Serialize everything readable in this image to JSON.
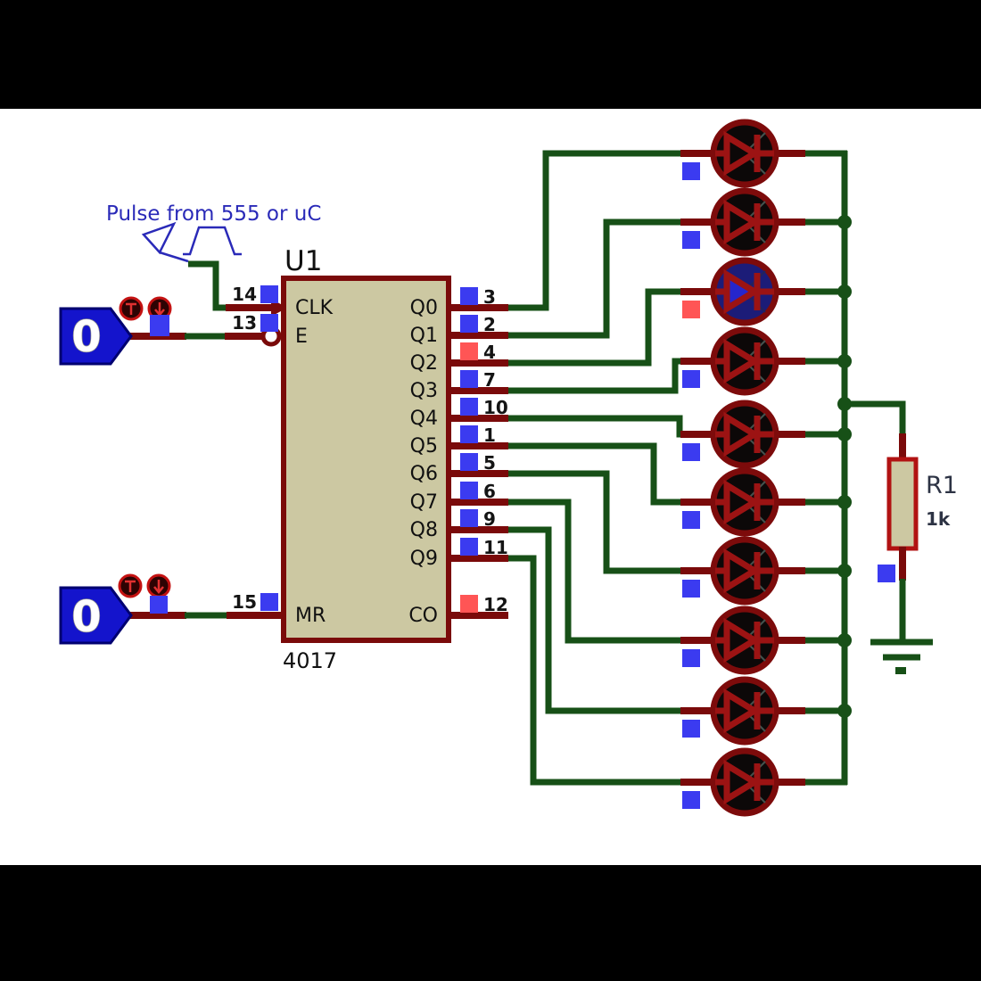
{
  "annotation": {
    "label": "Pulse from 555 or uC"
  },
  "logic_inputs": [
    {
      "value": "0"
    },
    {
      "value": "0"
    }
  ],
  "chip": {
    "ref": "U1",
    "type": "4017",
    "left_pins": [
      {
        "number": "14",
        "name": "CLK",
        "state": "low"
      },
      {
        "number": "13",
        "name": "E",
        "state": "low"
      },
      {
        "number": "15",
        "name": "MR",
        "state": "low"
      }
    ],
    "right_pins": [
      {
        "number": "3",
        "name": "Q0",
        "state": "low"
      },
      {
        "number": "2",
        "name": "Q1",
        "state": "low"
      },
      {
        "number": "4",
        "name": "Q2",
        "state": "high"
      },
      {
        "number": "7",
        "name": "Q3",
        "state": "low"
      },
      {
        "number": "10",
        "name": "Q4",
        "state": "low"
      },
      {
        "number": "1",
        "name": "Q5",
        "state": "low"
      },
      {
        "number": "5",
        "name": "Q6",
        "state": "low"
      },
      {
        "number": "6",
        "name": "Q7",
        "state": "low"
      },
      {
        "number": "9",
        "name": "Q8",
        "state": "low"
      },
      {
        "number": "11",
        "name": "Q9",
        "state": "low"
      },
      {
        "number": "12",
        "name": "CO",
        "state": "high"
      }
    ]
  },
  "leds": [
    {
      "lit": false
    },
    {
      "lit": false
    },
    {
      "lit": true
    },
    {
      "lit": false
    },
    {
      "lit": false
    },
    {
      "lit": false
    },
    {
      "lit": false
    },
    {
      "lit": false
    },
    {
      "lit": false
    },
    {
      "lit": false
    }
  ],
  "resistor": {
    "ref": "R1",
    "value": "1k"
  },
  "colors": {
    "canvas": "#ffffff",
    "letterbox": "#000000",
    "wire_green": "#175017",
    "wire_red": "#7a0a0a",
    "chip_fill": "#ccc8a2",
    "chip_border": "#7a0a0a",
    "resistor_border": "#b11212",
    "state_blue": "#3b3bf0",
    "state_red": "#ff5555",
    "logic_blue": "#1414cc",
    "logic_border": "#000070",
    "annotation_blue": "#2a2ab8",
    "led_ring": "#7d0b0b",
    "led_off": "#0c0808",
    "led_on": "#1c1c78",
    "led_on_tri": "#2626cc",
    "diode_red": "#9c1313"
  }
}
